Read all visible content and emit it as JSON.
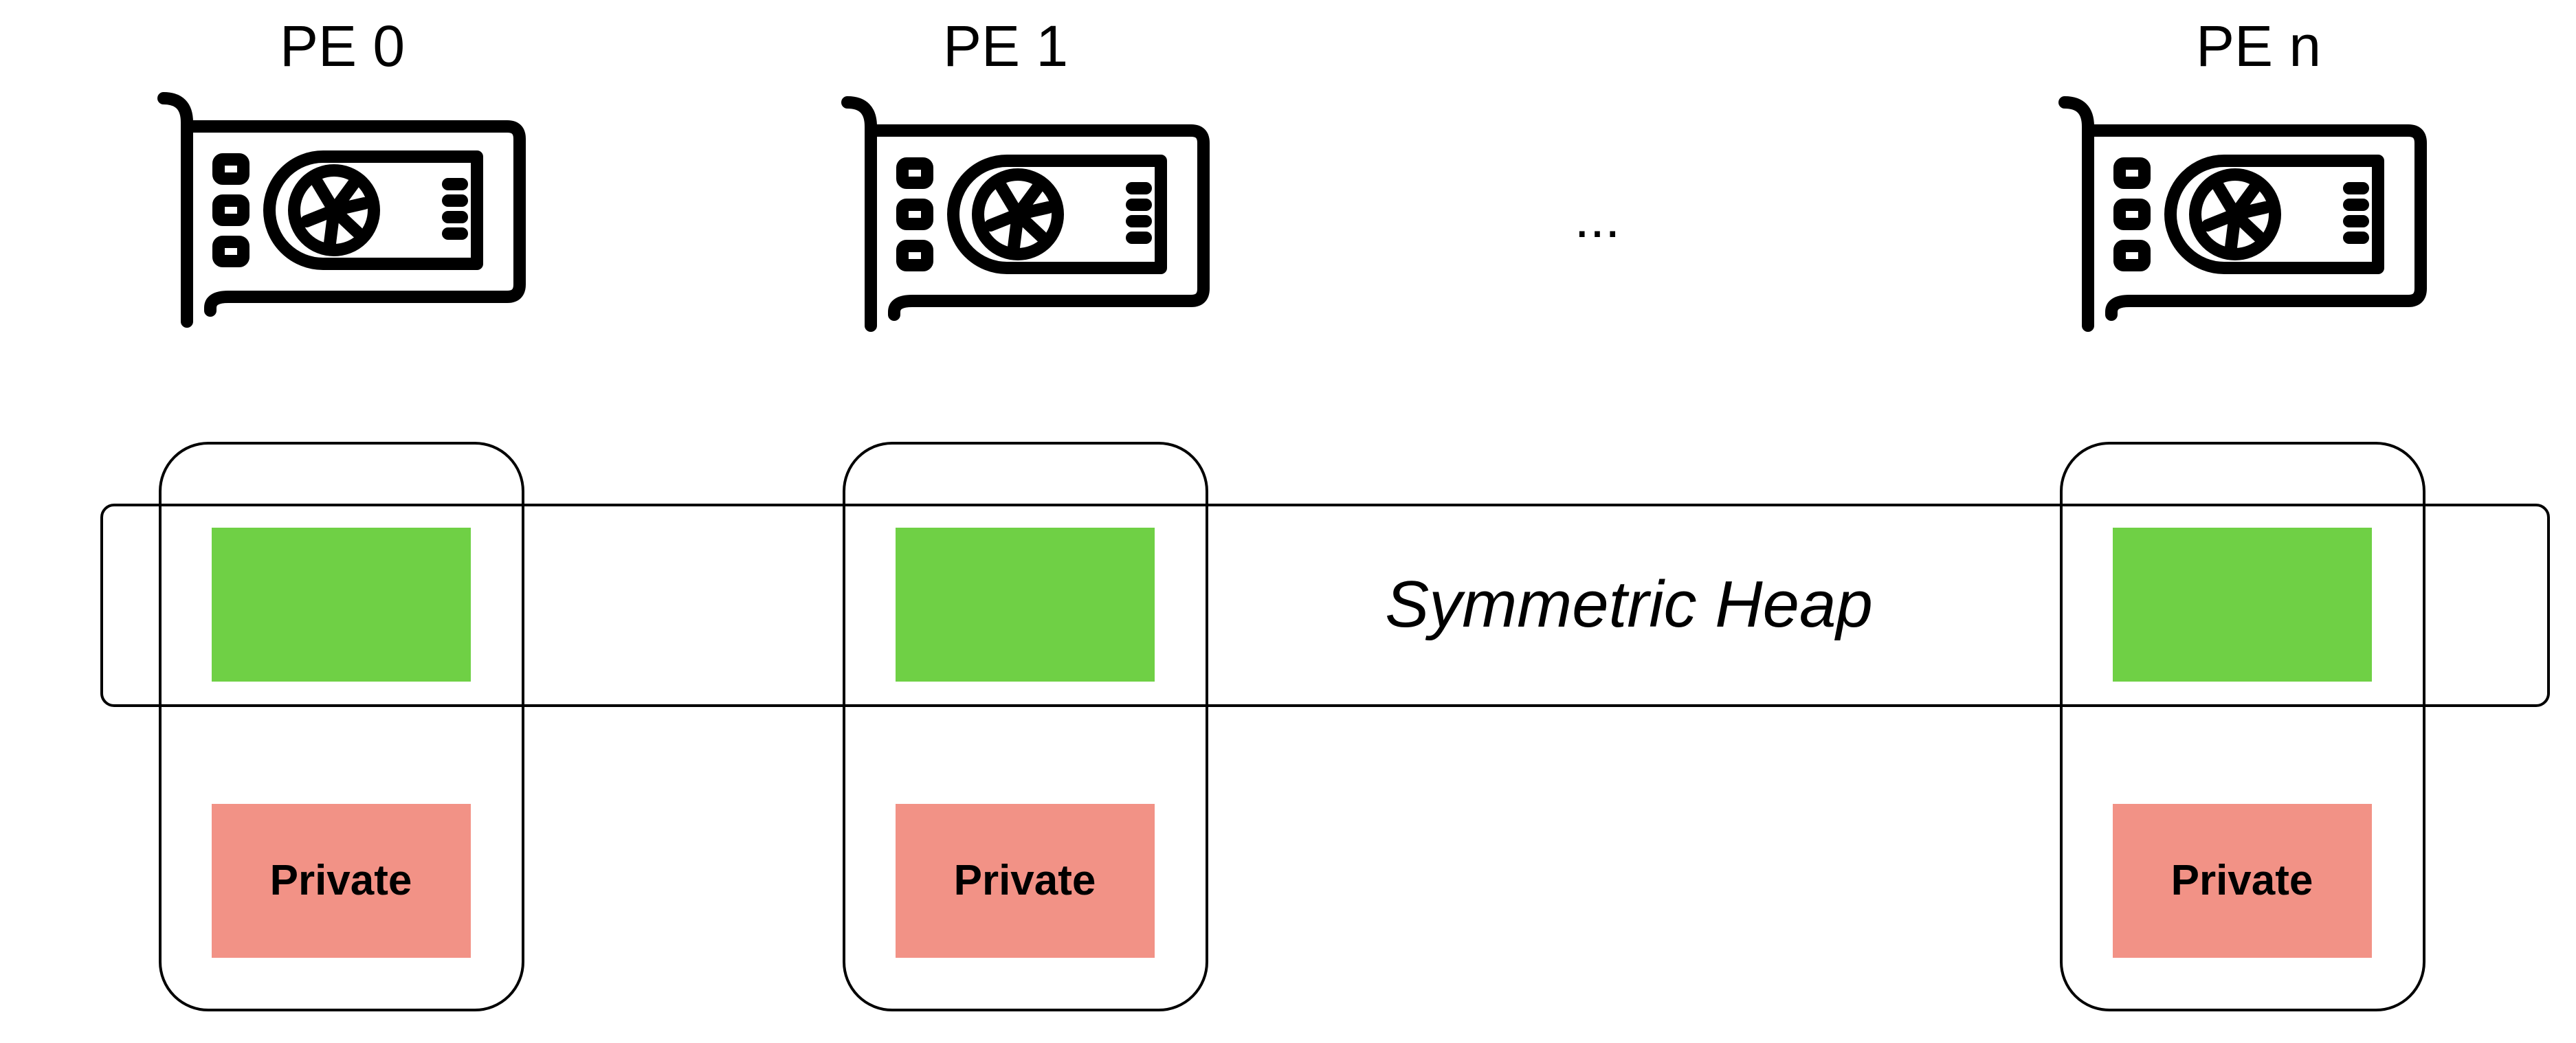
{
  "diagram": {
    "pes": [
      {
        "label": "PE 0",
        "private_label": "Private"
      },
      {
        "label": "PE 1",
        "private_label": "Private"
      },
      {
        "label": "PE n",
        "private_label": "Private"
      }
    ],
    "ellipsis": "...",
    "heap_label": "Symmetric Heap",
    "colors": {
      "symmetric_block": "#6fd045",
      "private_block": "#f29286",
      "stroke": "#000000"
    },
    "icons": {
      "pe_device": "gpu-card-icon"
    }
  }
}
